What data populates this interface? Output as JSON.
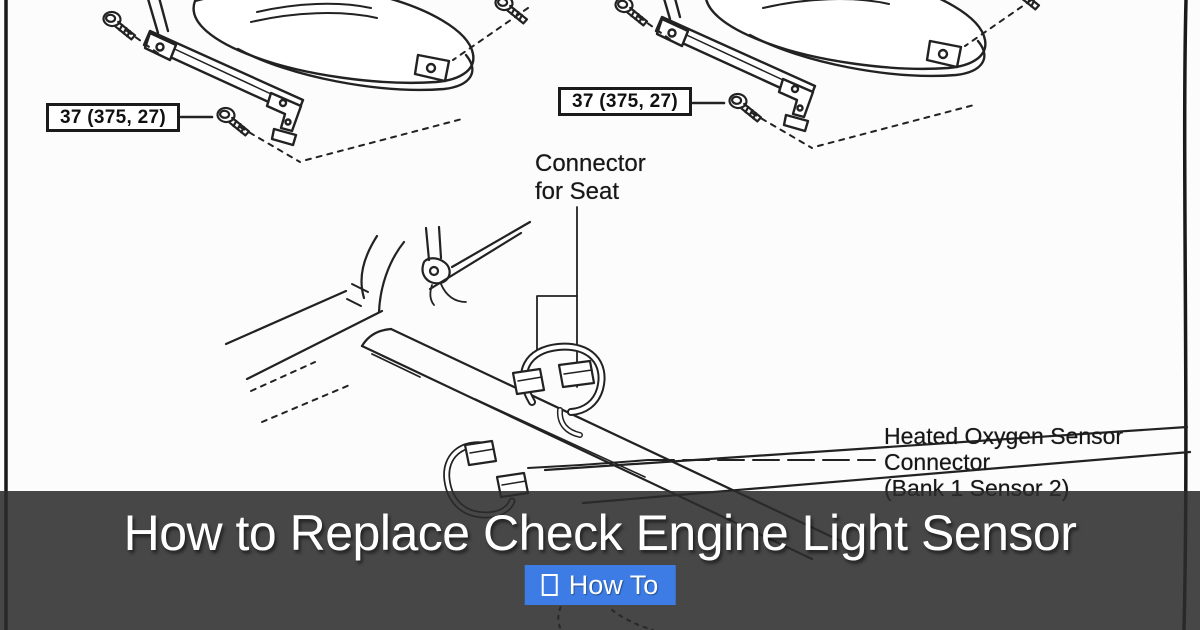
{
  "card": {
    "background_color": "#fcfcfc",
    "ink_color": "#222222"
  },
  "diagram": {
    "torque_label_left": "37 (375, 27)",
    "torque_label_right": "37 (375, 27)",
    "connector_seat_label": {
      "line1": "Connector",
      "line2": "for Seat"
    },
    "o2_sensor_label": {
      "line1": "Heated Oxygen Sensor",
      "line2": "Connector",
      "line3": "(Bank 1 Sensor 2)"
    }
  },
  "caption": {
    "title": "How to Replace Check Engine Light Sensor",
    "overlay_color": "rgba(44,44,44,0.87)",
    "badge": {
      "icon": "empty-box-glyph",
      "label": "How To",
      "color": "#3c7ce4",
      "text_color": "#ffffff"
    }
  }
}
